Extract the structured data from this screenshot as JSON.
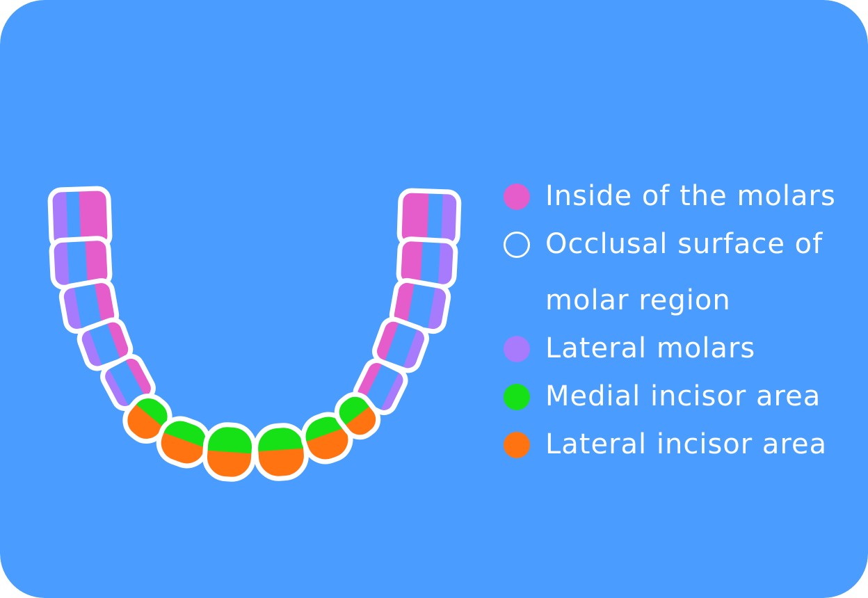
{
  "diagram": {
    "background_color": "#4a9dff",
    "outline_color": "#ffffff",
    "legend": [
      {
        "key": "inside",
        "label": "Inside of the molars",
        "color": "#e55ccb",
        "hollow": false
      },
      {
        "key": "occlusal",
        "label": "Occlusal surface of molar region",
        "color": "#ffffff",
        "hollow": true
      },
      {
        "key": "lateral_molars",
        "label": "Lateral molars",
        "color": "#a77bfc",
        "hollow": false
      },
      {
        "key": "medial_incisor",
        "label": "Medial incisor area",
        "color": "#16e016",
        "hollow": false
      },
      {
        "key": "lateral_incisor",
        "label": "Lateral incisor area",
        "color": "#ff7410",
        "hollow": false
      }
    ]
  }
}
